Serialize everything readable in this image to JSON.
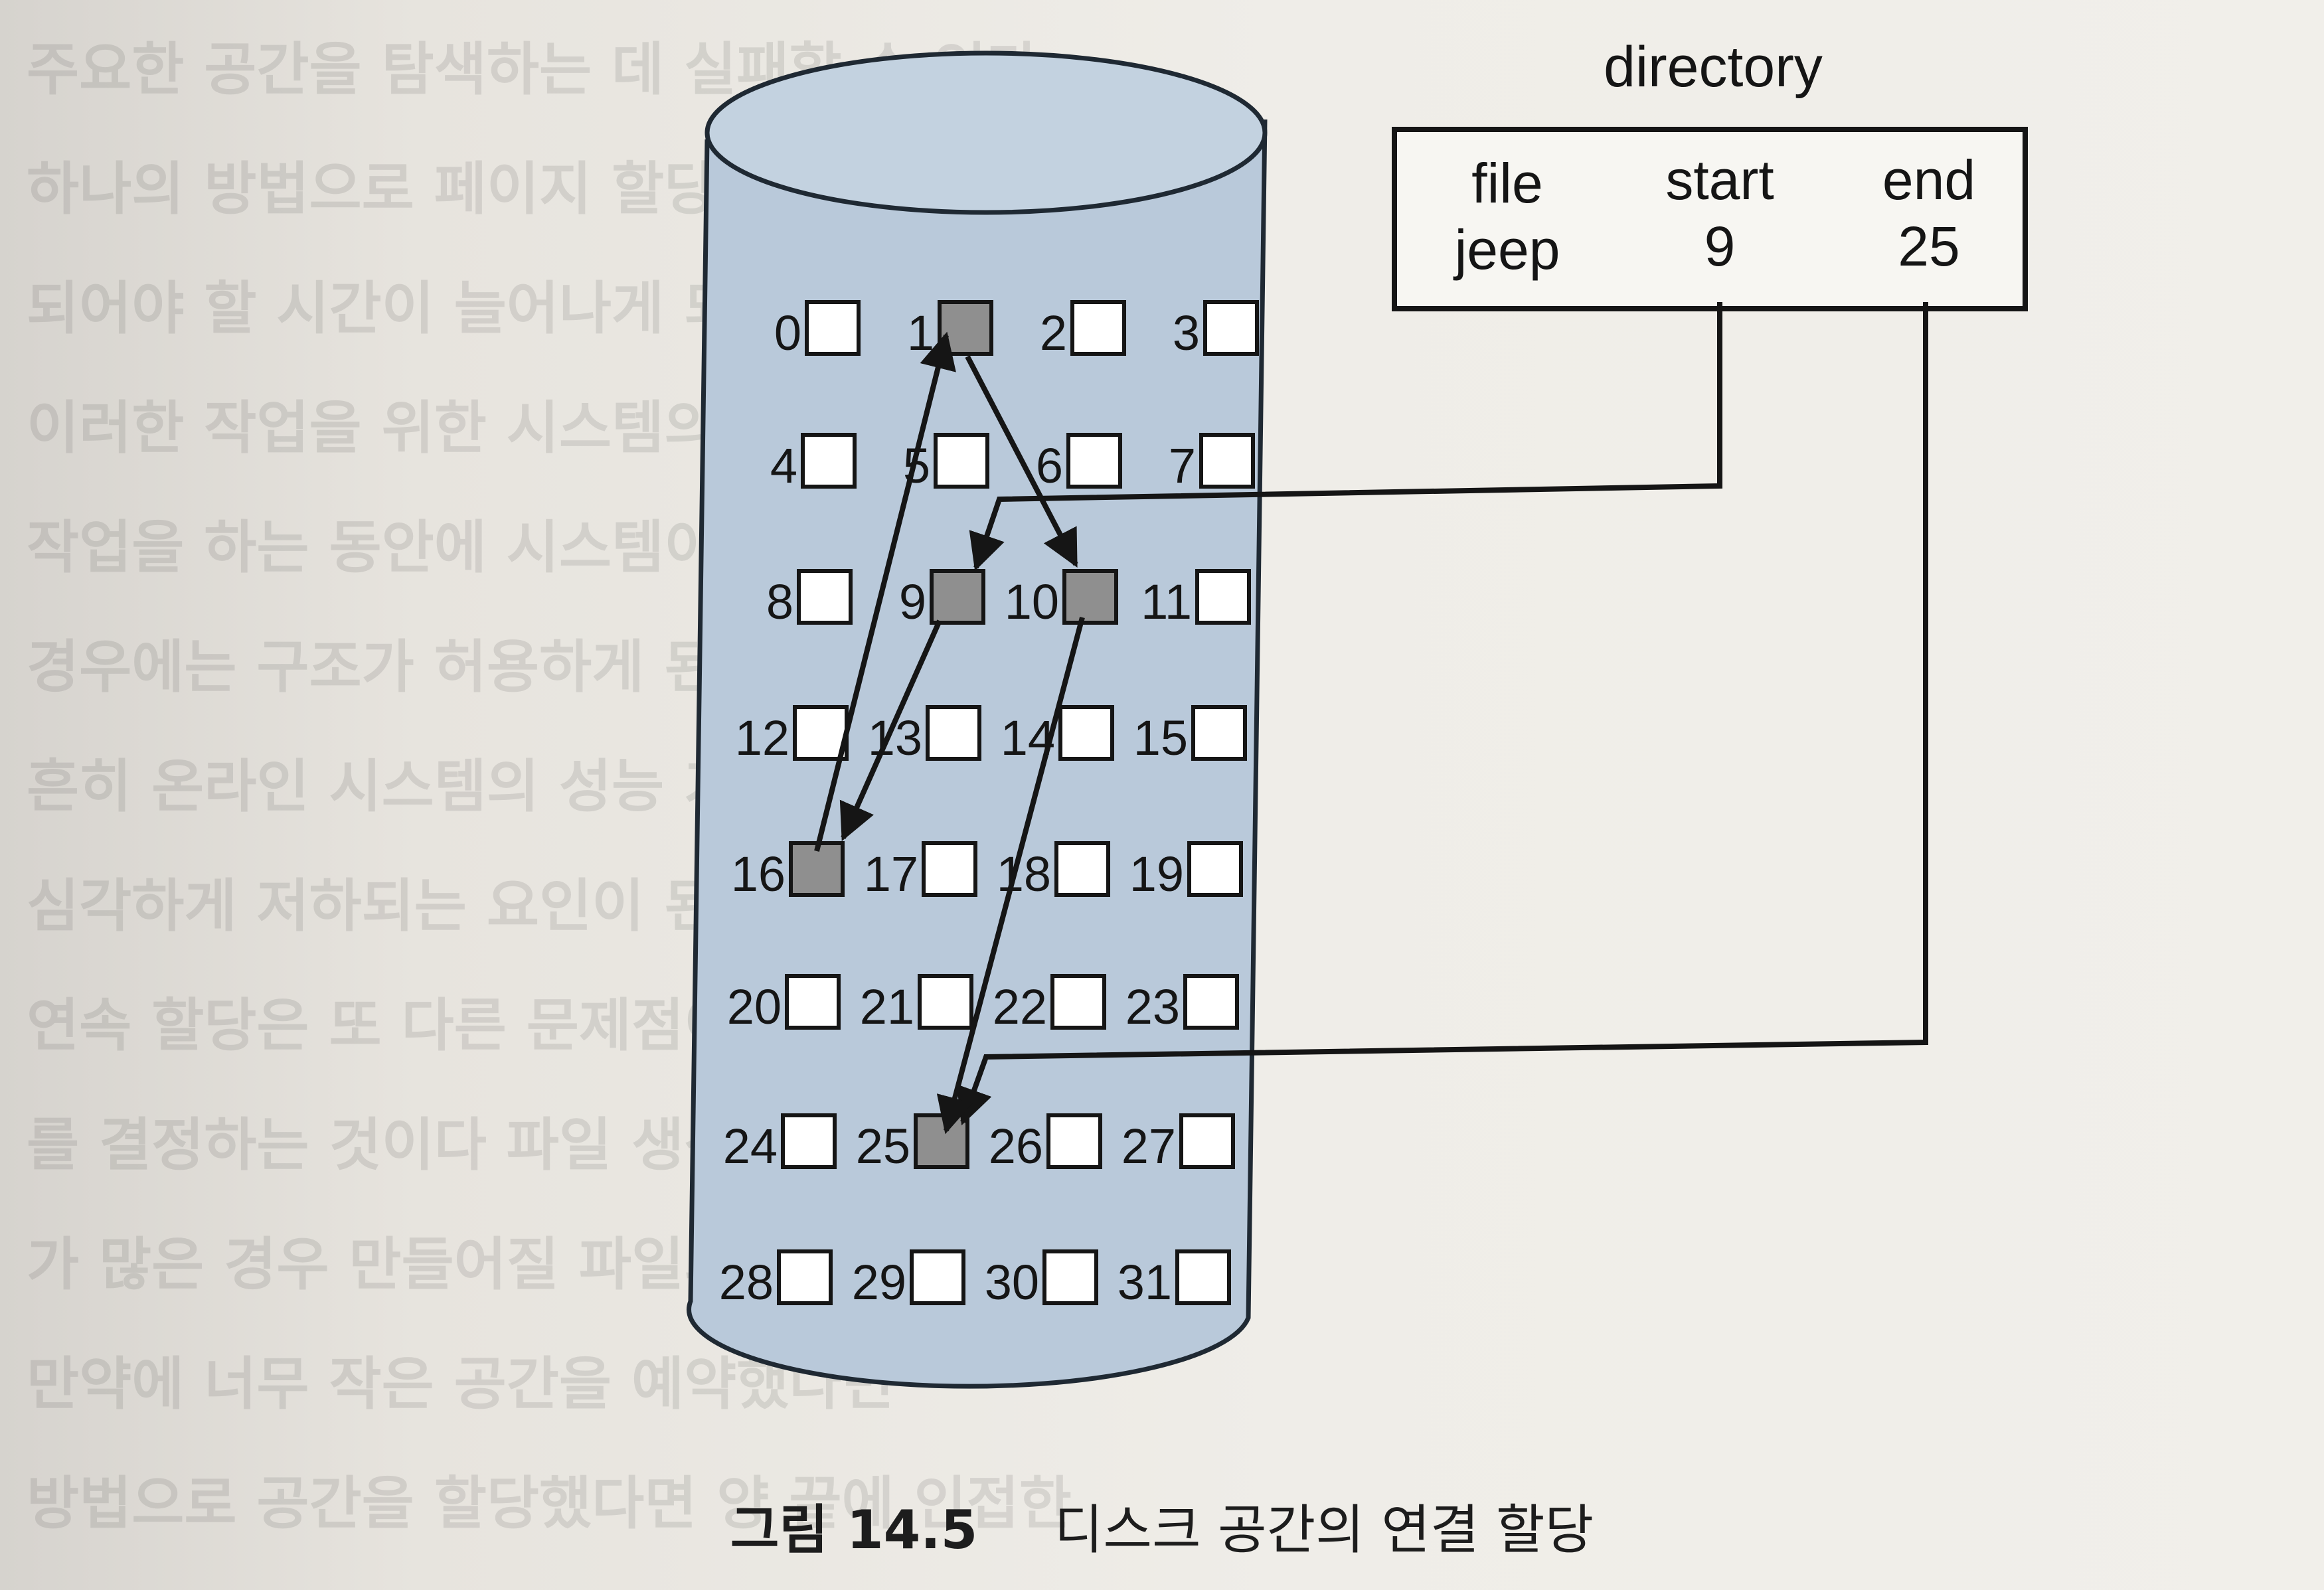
{
  "figure": {
    "directory": {
      "title": "directory",
      "headers": {
        "file": "file",
        "start": "start",
        "end": "end"
      },
      "entry": {
        "file": "jeep",
        "start": "9",
        "end": "25"
      }
    },
    "blocks": [
      "0",
      "1",
      "2",
      "3",
      "4",
      "5",
      "6",
      "7",
      "8",
      "9",
      "10",
      "11",
      "12",
      "13",
      "14",
      "15",
      "16",
      "17",
      "18",
      "19",
      "20",
      "21",
      "22",
      "23",
      "24",
      "25",
      "26",
      "27",
      "28",
      "29",
      "30",
      "31"
    ],
    "allocated_blocks": [
      "9",
      "16",
      "1",
      "10",
      "25"
    ],
    "caption": {
      "number": "그림 14.5",
      "title": "디스크 공간의 연결 할당"
    }
  },
  "colors": {
    "cylinder_fill": "#b9c9da",
    "cylinder_stroke": "#1f2933",
    "allocated_block": "#8f8f8f",
    "free_block": "#ffffff",
    "ink": "#151515"
  },
  "background_bleed_text": [
    "주요한 공간을 탐색하는 데 실패할 수 있다",
    "하나의 방법으로 페이지 할당 공간 반납",
    "되어야 할 시간이 늘어나게 되어 처리한다",
    "이러한 작업을 위한 시스템의 마운트 지원",
    "작업을 하는 동안에 시스템이 정지 된다",
    "경우에는 구조가 허용하게 된다 대부분의",
    "흔히 온라인 시스템의 성능 가능 시스템이",
    "심각하게 저하되는 요인이 된다",
    "연속 할당은 또 다른 문제점이 있다 많은",
    "를 결정하는 것이다 파일 생성자가 크기를",
    "가 많은 경우 만들어질 파일의 크기",
    "만약에 너무 작은 공간을 예약했다면",
    "방법으로 공간을 할당했다면 양 끝에 인접한"
  ]
}
